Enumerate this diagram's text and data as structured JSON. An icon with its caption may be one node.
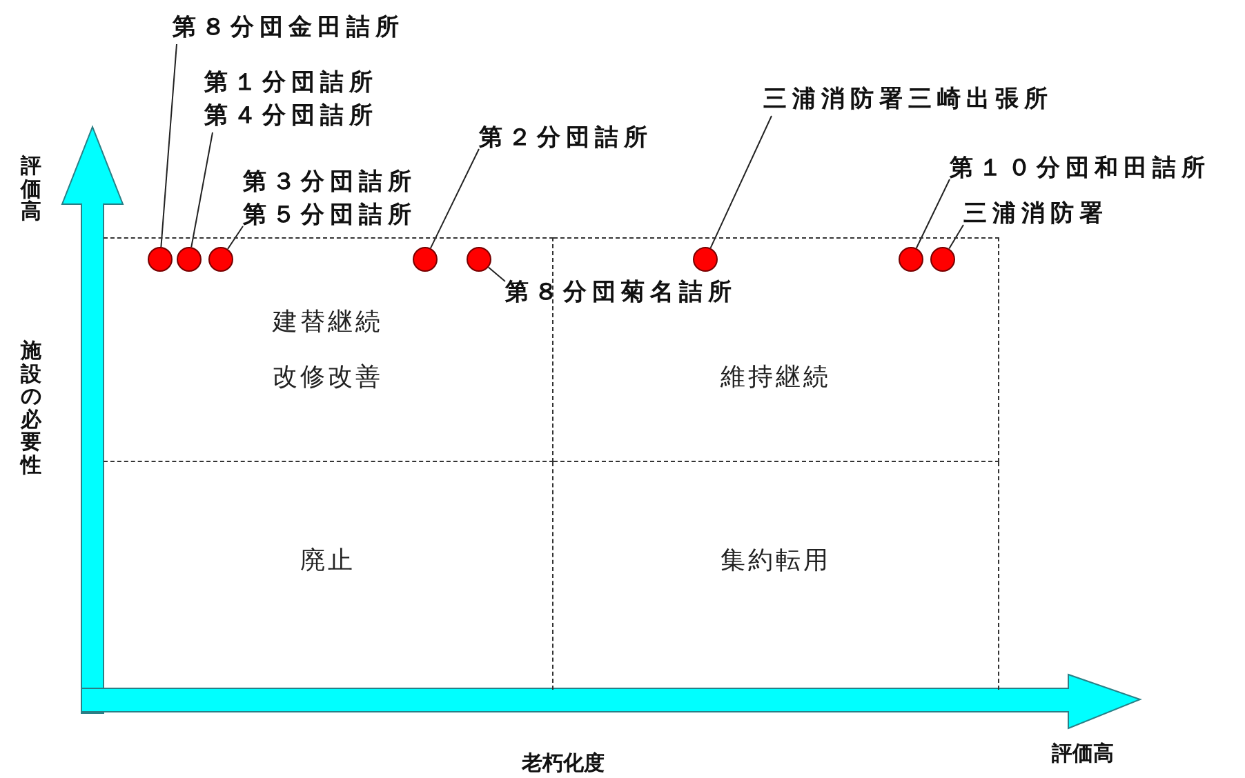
{
  "diagram": {
    "nodes": [
      {
        "text": [
          "第８分団金田詰所"
        ]
      },
      {
        "text": [
          "第１分団詰所",
          "第４分団詰所"
        ]
      },
      {
        "text": [
          "第３分団詰所",
          "第５分団詰所"
        ]
      },
      {
        "text": [
          "第２分団詰所"
        ]
      },
      {
        "text": [
          "第８分団菊名詰所"
        ]
      },
      {
        "text": [
          "三浦消防署三崎出張所"
        ]
      },
      {
        "text": [
          "第１０分団和田詰所"
        ]
      },
      {
        "text": [
          "三浦消防署"
        ]
      },
      {
        "text": [],
        "shape": "circle",
        "in": 16
      },
      {
        "text": [],
        "shape": "circle",
        "in": 16
      },
      {
        "text": [],
        "shape": "circle",
        "in": 16
      },
      {
        "text": [],
        "shape": "circle",
        "in": 16
      },
      {
        "text": [],
        "shape": "circle",
        "in": 16
      },
      {
        "text": [],
        "shape": "circle",
        "in": 17
      },
      {
        "text": [],
        "shape": "circle",
        "in": 17
      },
      {
        "text": [],
        "shape": "circle",
        "in": 17
      },
      {
        "text": [
          "建替継続",
          "改修改善"
        ]
      },
      {
        "text": [
          "維持継続"
        ]
      },
      {
        "text": [
          "廃止"
        ]
      },
      {
        "text": [
          "集約転用"
        ]
      }
    ],
    "edges": [
      {
        "from": 0,
        "to": 8,
        "arrow": "none"
      },
      {
        "from": 1,
        "to": 9,
        "arrow": "none"
      },
      {
        "from": 2,
        "to": 10,
        "arrow": "none"
      },
      {
        "from": 3,
        "to": 11,
        "arrow": "none"
      },
      {
        "from": 4,
        "to": 12,
        "arrow": "none"
      },
      {
        "from": 5,
        "to": 13,
        "arrow": "none"
      },
      {
        "from": 6,
        "to": 14,
        "arrow": "none"
      },
      {
        "from": 7,
        "to": 15,
        "arrow": "none"
      }
    ],
    "labels": [
      "評価高",
      "施設の必要性",
      "老朽化度",
      "評価高"
    ]
  }
}
